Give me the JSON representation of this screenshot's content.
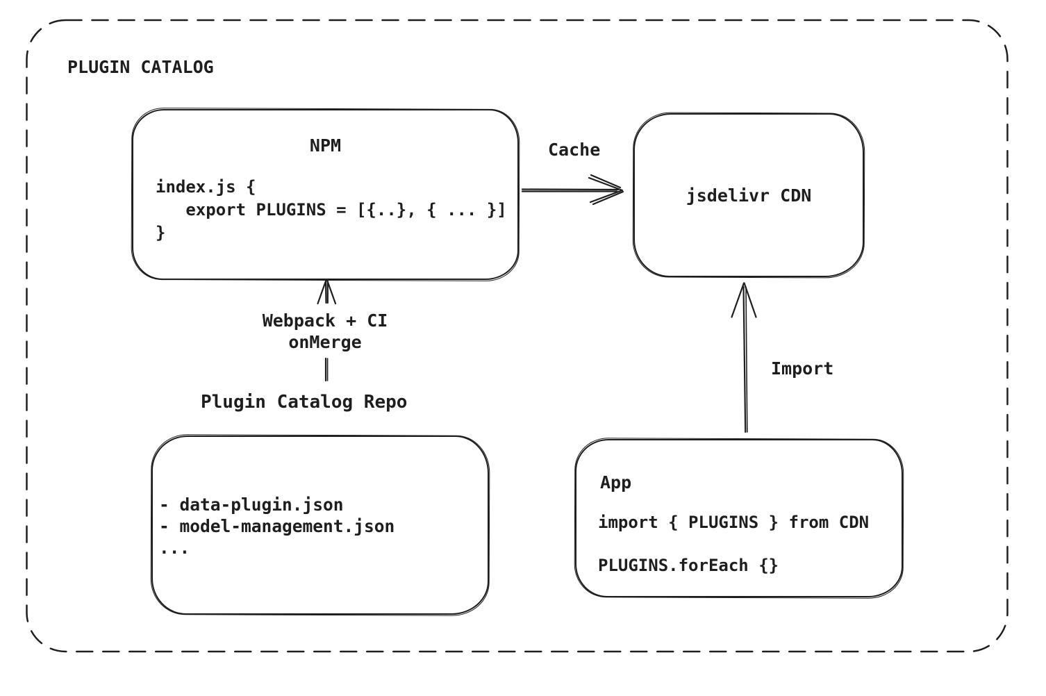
{
  "diagram": {
    "title": "PLUGIN CATALOG",
    "type": "architecture-sketch"
  },
  "colors": {
    "stroke": "#1e1e1e",
    "background": "#ffffff"
  },
  "nodes": {
    "npm": {
      "title": "NPM",
      "code": "index.js {\n   export PLUGINS = [{..}, { ... }]\n}"
    },
    "cdn": {
      "label": "jsdelivr CDN"
    },
    "repo": {
      "label": "Plugin Catalog Repo",
      "files": "- data-plugin.json\n- model-management.json\n..."
    },
    "app": {
      "title": "App",
      "import_line": "import { PLUGINS } from CDN",
      "foreach_line": "PLUGINS.forEach {}"
    }
  },
  "edges": {
    "cache": {
      "label": "Cache",
      "from": "NPM",
      "to": "jsdelivr CDN"
    },
    "build": {
      "label": "Webpack + CI\nonMerge",
      "from": "Plugin Catalog Repo",
      "to": "NPM"
    },
    "import": {
      "label": "Import",
      "from": "App",
      "to": "jsdelivr CDN"
    }
  }
}
